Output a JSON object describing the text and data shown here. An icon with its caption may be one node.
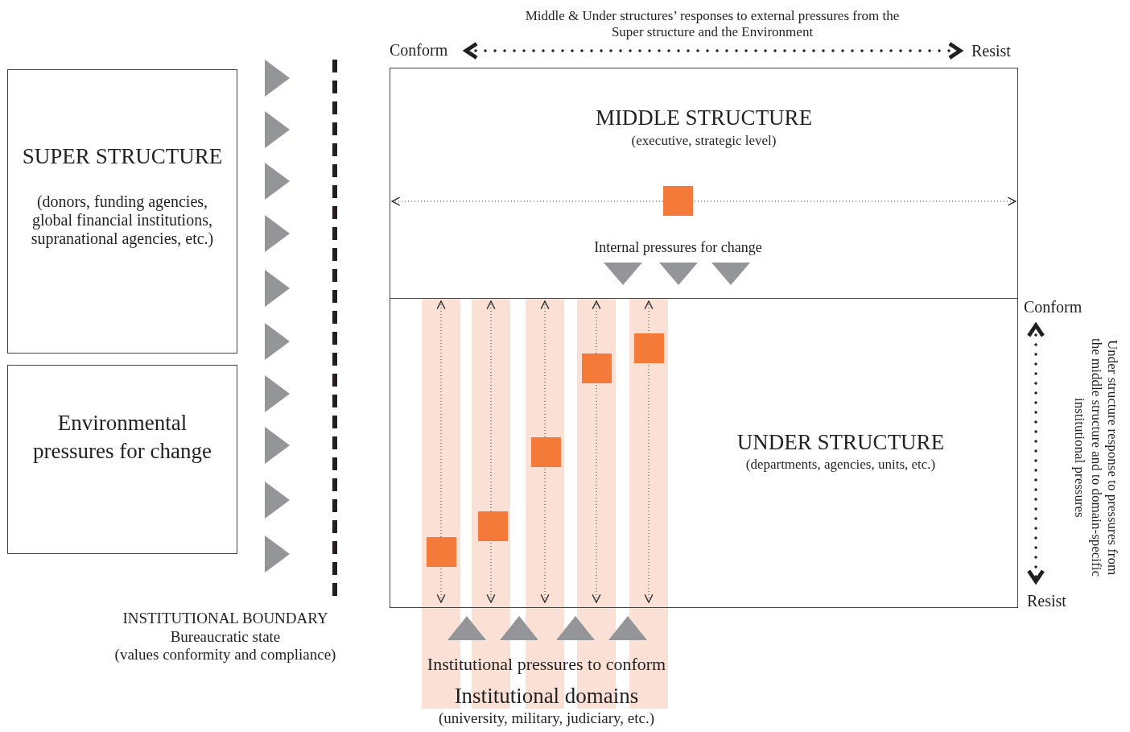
{
  "diagram": {
    "nodes": [
      {
        "text": [
          "SUPER STRUCTURE",
          "(donors, funding agencies, global financial institutions, supranational agencies, etc.)"
        ]
      },
      {
        "text": [
          "Environmental pressures for change"
        ]
      },
      {
        "text": [
          "MIDDLE STRUCTURE",
          "(executive, strategic level)"
        ]
      },
      {
        "text": [
          "UNDER STRUCTURE",
          "(departments, agencies, units, etc.)"
        ]
      }
    ],
    "labels": [
      "Middle & Under structures’ responses to external pressures from the Super structure and the Environment",
      "Conform",
      "Resist",
      "Internal pressures for change",
      "Conform",
      "Under structure response to pressures from the middle structure and to domain-specific institutional pressures",
      "Resist",
      "INSTITUTIONAL BOUNDARY",
      "Bureaucratic state",
      "(values conformity and compliance)",
      "Institutional pressures to conform",
      "Institutional domains",
      "(university, military, judiciary, etc.)"
    ]
  }
}
